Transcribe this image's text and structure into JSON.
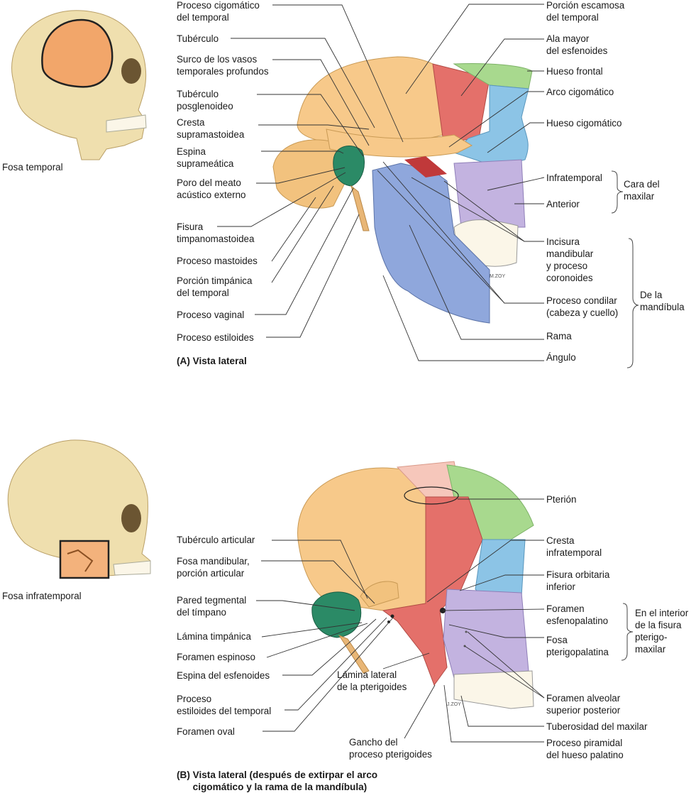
{
  "panel_a": {
    "thumbnail_caption": "Fosa temporal",
    "title": "(A) Vista lateral",
    "labels_left": [
      "Proceso cigomático\ndel temporal",
      "Tubérculo",
      "Surco de los vasos\ntemporales profundos",
      "Tubérculo\nposglenoideo",
      "Cresta\nsupramastoidea",
      "Espina\nsuprameática",
      "Poro del meato\nacústico externo",
      "Fisura\ntimpanomastoidea",
      "Proceso mastoides",
      "Porción timpánica\ndel temporal",
      "Proceso vaginal",
      "Proceso estiloides"
    ],
    "labels_right": [
      "Porción escamosa\ndel temporal",
      "Ala mayor\ndel esfenoides",
      "Hueso frontal",
      "Arco cigomático",
      "Hueso cigomático",
      "Infratemporal",
      "Anterior",
      "Incisura\nmandibular\ny proceso\ncoronoides",
      "Proceso condilar\n(cabeza y cuello)",
      "Rama",
      "Ángulo"
    ],
    "group_maxilar": "Cara del\nmaxilar",
    "group_mandibula": "De la\nmandíbula",
    "signature": "M.ZOY"
  },
  "panel_b": {
    "thumbnail_caption": "Fosa infratemporal",
    "title": "(B) Vista lateral (después de extirpar el arco\n      cigomático y la rama de la mandíbula)",
    "labels_left": [
      "Tubérculo articular",
      "Fosa mandibular,\nporción articular",
      "Pared tegmental\ndel tímpano",
      "Lámina timpánica",
      "Foramen espinoso",
      "Espina del esfenoides",
      "Proceso\nestiloides del temporal",
      "Foramen oval"
    ],
    "labels_bottom": [
      "Lámina lateral\nde la pterigoides",
      "Gancho del\nproceso pterigoides"
    ],
    "labels_right": [
      "Pterión",
      "Cresta\ninfratemporal",
      "Fisura orbitaria\ninferior",
      "Foramen\nesfenopalatino",
      "Fosa\npterigopalatina",
      "Foramen alveolar\nsuperior posterior",
      "Tuberosidad del maxilar",
      "Proceso piramidal\ndel hueso palatino"
    ],
    "group_fisura": "En el interior\nde la fisura\npterigo-\nmaxilar",
    "signature": "J.ZOY"
  },
  "colors": {
    "bone": "#f0e2b6",
    "temporal": "#f7c98a",
    "sphenoid": "#e4706a",
    "frontal": "#a8d98e",
    "zygomatic": "#8cc4e6",
    "maxilla": "#c3b3e0",
    "mandible": "#8fa7dc",
    "tympanic": "#2b8a66",
    "pterion_orange": "#f3a86a"
  }
}
